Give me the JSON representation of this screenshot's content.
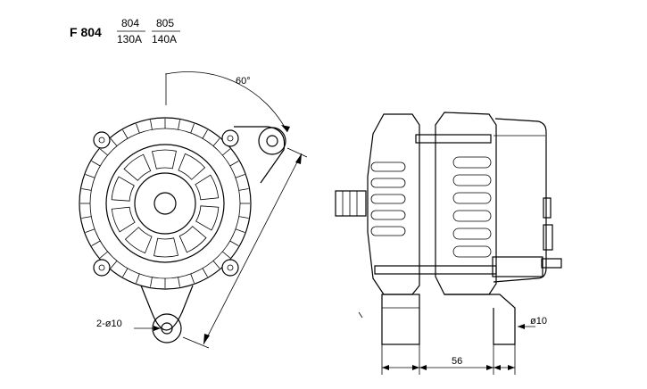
{
  "header": {
    "model": "F 804",
    "variants": [
      {
        "code": "804",
        "rating": "130A"
      },
      {
        "code": "805",
        "rating": "140A"
      }
    ]
  },
  "front_view": {
    "angle_label": "60°",
    "hole_label": "2-ø10"
  },
  "side_view": {
    "hole_label": "ø10",
    "length_label": "56"
  }
}
